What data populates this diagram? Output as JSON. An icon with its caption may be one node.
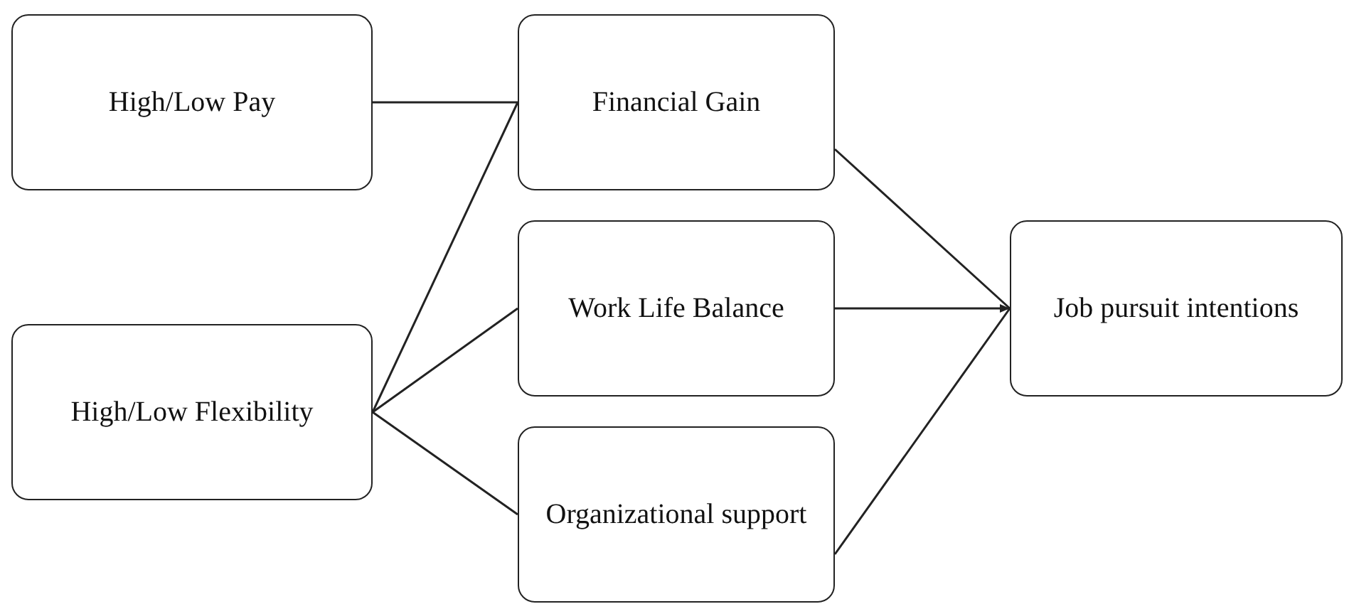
{
  "diagram": {
    "nodes": [
      {
        "text": [
          "High/Low Pay"
        ]
      },
      {
        "text": [
          "High/Low Flexibility"
        ]
      },
      {
        "text": [
          "Financial Gain"
        ]
      },
      {
        "text": [
          "Work Life Balance"
        ]
      },
      {
        "text": [
          "Organizational support"
        ]
      },
      {
        "text": [
          "Job pursuit intentions"
        ]
      }
    ],
    "edges": [
      {
        "from": 0,
        "to": 2,
        "arrow": "none"
      },
      {
        "from": 1,
        "to": 2,
        "arrow": "none"
      },
      {
        "from": 1,
        "to": 3,
        "arrow": "none"
      },
      {
        "from": 1,
        "to": 4,
        "arrow": "none"
      },
      {
        "from": 2,
        "to": 5,
        "arrow": "none"
      },
      {
        "from": 3,
        "to": 5,
        "arrow": "to"
      },
      {
        "from": 4,
        "to": 5,
        "arrow": "none"
      }
    ]
  }
}
